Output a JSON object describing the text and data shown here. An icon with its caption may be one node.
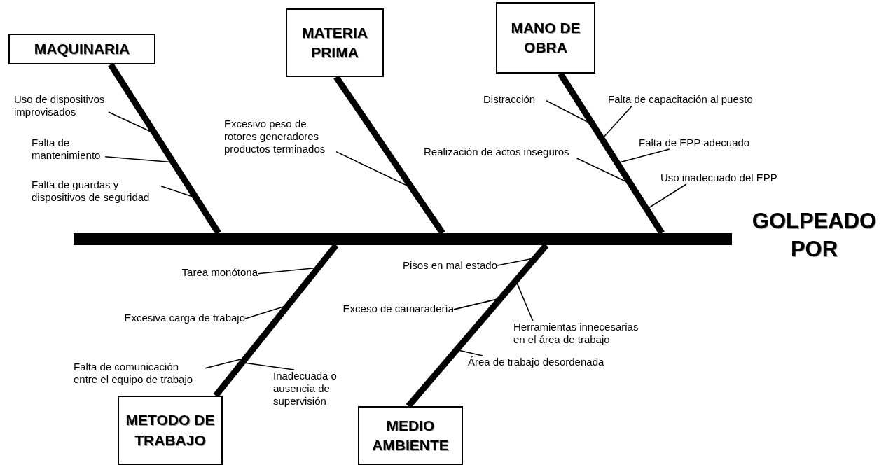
{
  "diagram": {
    "nodes": [
      {
        "text": [
          "MAQUINARIA"
        ]
      },
      {
        "text": [
          "MATERIA PRIMA"
        ]
      },
      {
        "text": [
          "MANO DE OBRA"
        ]
      },
      {
        "text": [],
        "shape": "bar"
      },
      {
        "text": [
          "METODO DE TRABAJO"
        ]
      },
      {
        "text": [
          "MEDIO AMBIENTE"
        ]
      },
      {
        "text": [
          "Uso de dispositivos improvisados"
        ]
      },
      {
        "text": [
          "Falta de mantenimiento"
        ]
      },
      {
        "text": [
          "Falta de guardas y dispositivos de seguridad"
        ]
      },
      {
        "text": [
          "Excesivo peso de rotores generadores productos terminados"
        ]
      },
      {
        "text": [
          "Distracción"
        ]
      },
      {
        "text": [
          "Falta de capacitación al puesto"
        ]
      },
      {
        "text": [
          "Realización de actos inseguros"
        ]
      },
      {
        "text": [
          "Falta de EPP adecuado"
        ]
      },
      {
        "text": [
          "Uso inadecuado del EPP"
        ]
      },
      {
        "text": [
          "Tarea monótona"
        ]
      },
      {
        "text": [
          "Pisos en mal estado"
        ]
      },
      {
        "text": [
          "Excesiva carga de trabajo"
        ]
      },
      {
        "text": [
          "Exceso de camaradería"
        ]
      },
      {
        "text": [
          "Herramientas innecesarias en el área de trabajo"
        ]
      },
      {
        "text": [
          "Falta de comunicación entre el equipo de trabajo"
        ]
      },
      {
        "text": [
          "Inadecuada o ausencia de supervisión"
        ]
      },
      {
        "text": [
          "Área de trabajo desordenada"
        ]
      }
    ],
    "edges": [
      {
        "from": 0,
        "to": 3,
        "arrow": "none",
        "style": "thick"
      },
      {
        "from": 1,
        "to": 3,
        "arrow": "none",
        "style": "thick"
      },
      {
        "from": 2,
        "to": 3,
        "arrow": "none",
        "style": "thick"
      },
      {
        "from": 4,
        "to": 3,
        "arrow": "none",
        "style": "thick"
      },
      {
        "from": 5,
        "to": 3,
        "arrow": "none",
        "style": "thick"
      },
      {
        "from": 6,
        "to": null,
        "arrow": "none"
      },
      {
        "from": 7,
        "to": null,
        "arrow": "none"
      },
      {
        "from": 8,
        "to": null,
        "arrow": "none"
      },
      {
        "from": 9,
        "to": null,
        "arrow": "none"
      },
      {
        "from": 10,
        "to": null,
        "arrow": "none"
      },
      {
        "from": 11,
        "to": null,
        "arrow": "none"
      },
      {
        "from": 12,
        "to": null,
        "arrow": "none"
      },
      {
        "from": 13,
        "to": null,
        "arrow": "none"
      },
      {
        "from": 14,
        "to": null,
        "arrow": "none"
      },
      {
        "from": 15,
        "to": null,
        "arrow": "none"
      },
      {
        "from": 16,
        "to": null,
        "arrow": "none"
      },
      {
        "from": 17,
        "to": null,
        "arrow": "none"
      },
      {
        "from": 18,
        "to": null,
        "arrow": "none"
      },
      {
        "from": 19,
        "to": null,
        "arrow": "none"
      },
      {
        "from": 20,
        "to": null,
        "arrow": "none"
      },
      {
        "from": 21,
        "to": null,
        "arrow": "none"
      },
      {
        "from": 22,
        "to": null,
        "arrow": "none"
      }
    ],
    "labels": [
      "GOLPEADO POR"
    ]
  }
}
